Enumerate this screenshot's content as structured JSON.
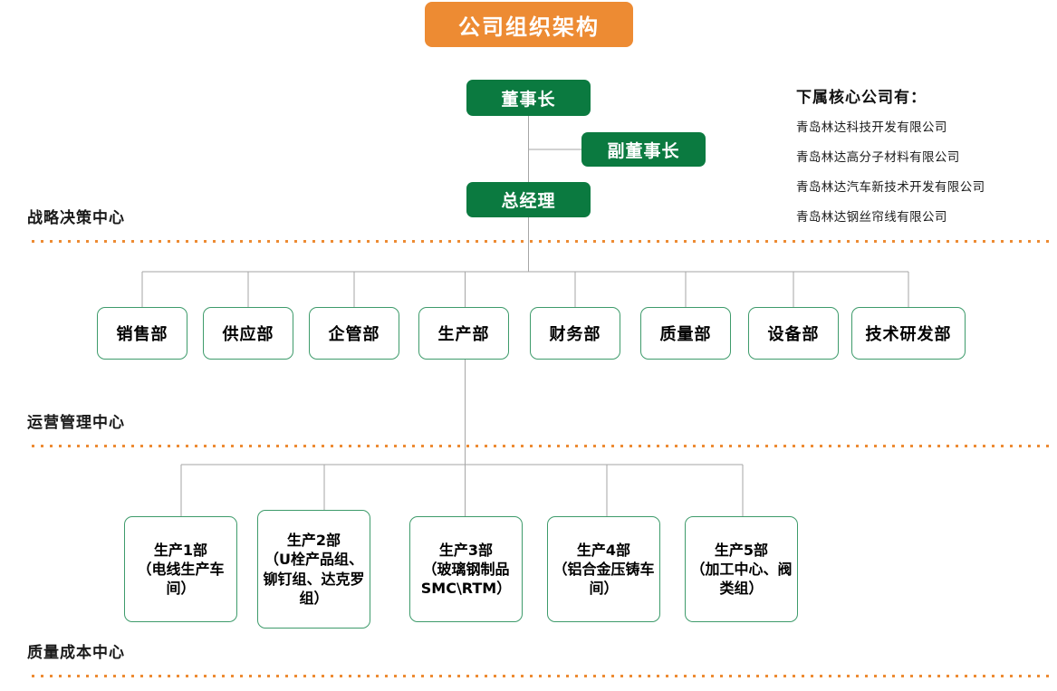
{
  "page": {
    "title": "公司组织架构",
    "accent_orange": "#ED8B33",
    "box_green_fill": "#0B7A40",
    "box_green_border": "#3E9B6B",
    "connector_gray": "#A6A6A6"
  },
  "executives": [
    {
      "id": "chairman",
      "label": "董事长"
    },
    {
      "id": "vice-chairman",
      "label": "副董事长"
    },
    {
      "id": "general-manager",
      "label": "总经理"
    }
  ],
  "subsidiaries": {
    "heading": "下属核心公司有：",
    "items": [
      "青岛林达科技开发有限公司",
      "青岛林达高分子材料有限公司",
      "青岛林达汽车新技术开发有限公司",
      "青岛林达钢丝帘线有限公司"
    ]
  },
  "centers": [
    {
      "id": "strategy",
      "label": "战略决策中心"
    },
    {
      "id": "operations",
      "label": "运营管理中心"
    },
    {
      "id": "quality-cost",
      "label": "质量成本中心"
    }
  ],
  "departments": [
    {
      "id": "sales",
      "label": "销售部"
    },
    {
      "id": "supply",
      "label": "供应部"
    },
    {
      "id": "enterprise-management",
      "label": "企管部"
    },
    {
      "id": "production",
      "label": "生产部"
    },
    {
      "id": "finance",
      "label": "财务部"
    },
    {
      "id": "quality",
      "label": "质量部"
    },
    {
      "id": "equipment",
      "label": "设备部"
    },
    {
      "id": "technology-rd",
      "label": "技术研发部"
    }
  ],
  "production_units": [
    {
      "id": "prod-1",
      "name": "生产1部",
      "detail": "（电线生产车间）"
    },
    {
      "id": "prod-2",
      "name": "生产2部",
      "detail": "（U栓产品组、铆钉组、达克罗组）"
    },
    {
      "id": "prod-3",
      "name": "生产3部",
      "detail": "（玻璃钢制品SMC\\RTM）"
    },
    {
      "id": "prod-4",
      "name": "生产4部",
      "detail": "（铝合金压铸车间）"
    },
    {
      "id": "prod-5",
      "name": "生产5部",
      "detail": "（加工中心、阀类组）"
    }
  ]
}
